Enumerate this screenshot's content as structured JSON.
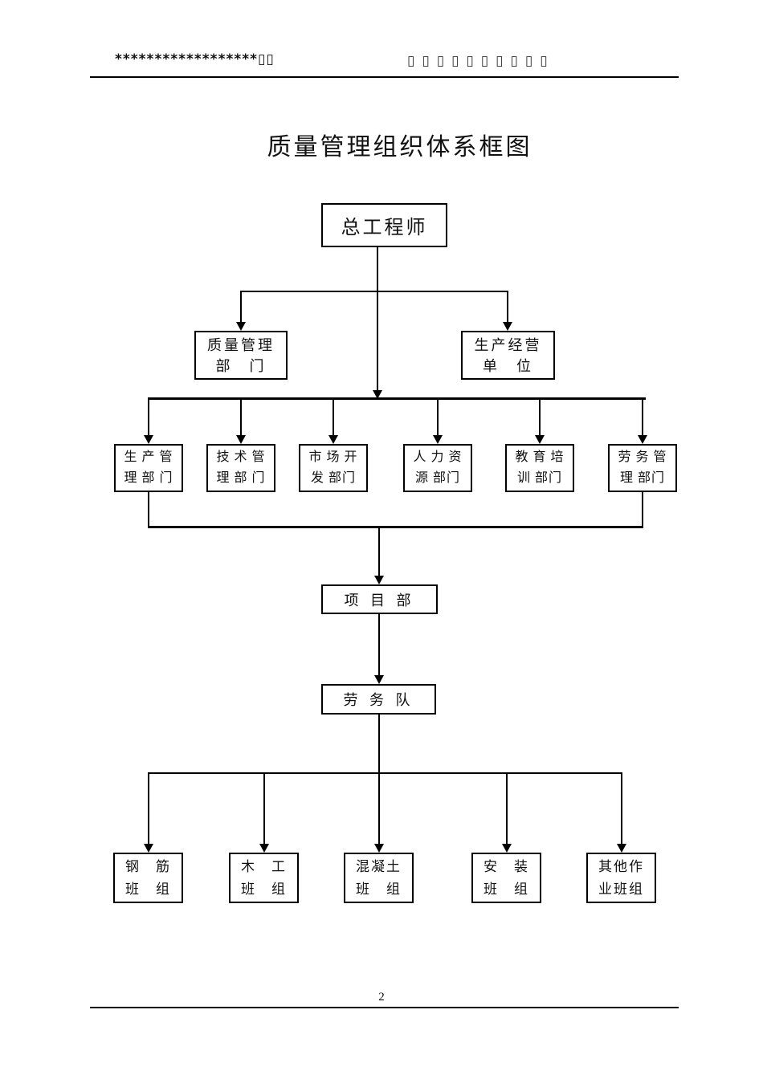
{
  "header": {
    "left_text": "******************▯▯",
    "right_text": "▯▯▯▯▯▯▯▯▯▯"
  },
  "title": "质量管理组织体系框图",
  "nodes": {
    "chief": "总工程师",
    "quality_dept": [
      "质量管理",
      "部　门"
    ],
    "production_unit": [
      "生产经营",
      "单　位"
    ],
    "departments": [
      [
        "生 产 管",
        "理 部 门"
      ],
      [
        "技 术 管",
        "理 部 门"
      ],
      [
        "市 场 开",
        "发 部门"
      ],
      [
        "人 力 资",
        "源 部门"
      ],
      [
        "教 育 培",
        "训 部门"
      ],
      [
        "劳 务 管",
        "理 部门"
      ]
    ],
    "project_dept": "项 目 部",
    "labor_team": "劳 务 队",
    "crews": [
      [
        "钢　筋",
        "班　组"
      ],
      [
        "木　工",
        "班　组"
      ],
      [
        "混凝土",
        "班　组"
      ],
      [
        "安　装",
        "班　组"
      ],
      [
        "其他作",
        "业班组"
      ]
    ]
  },
  "footer": {
    "page_number": "2"
  }
}
